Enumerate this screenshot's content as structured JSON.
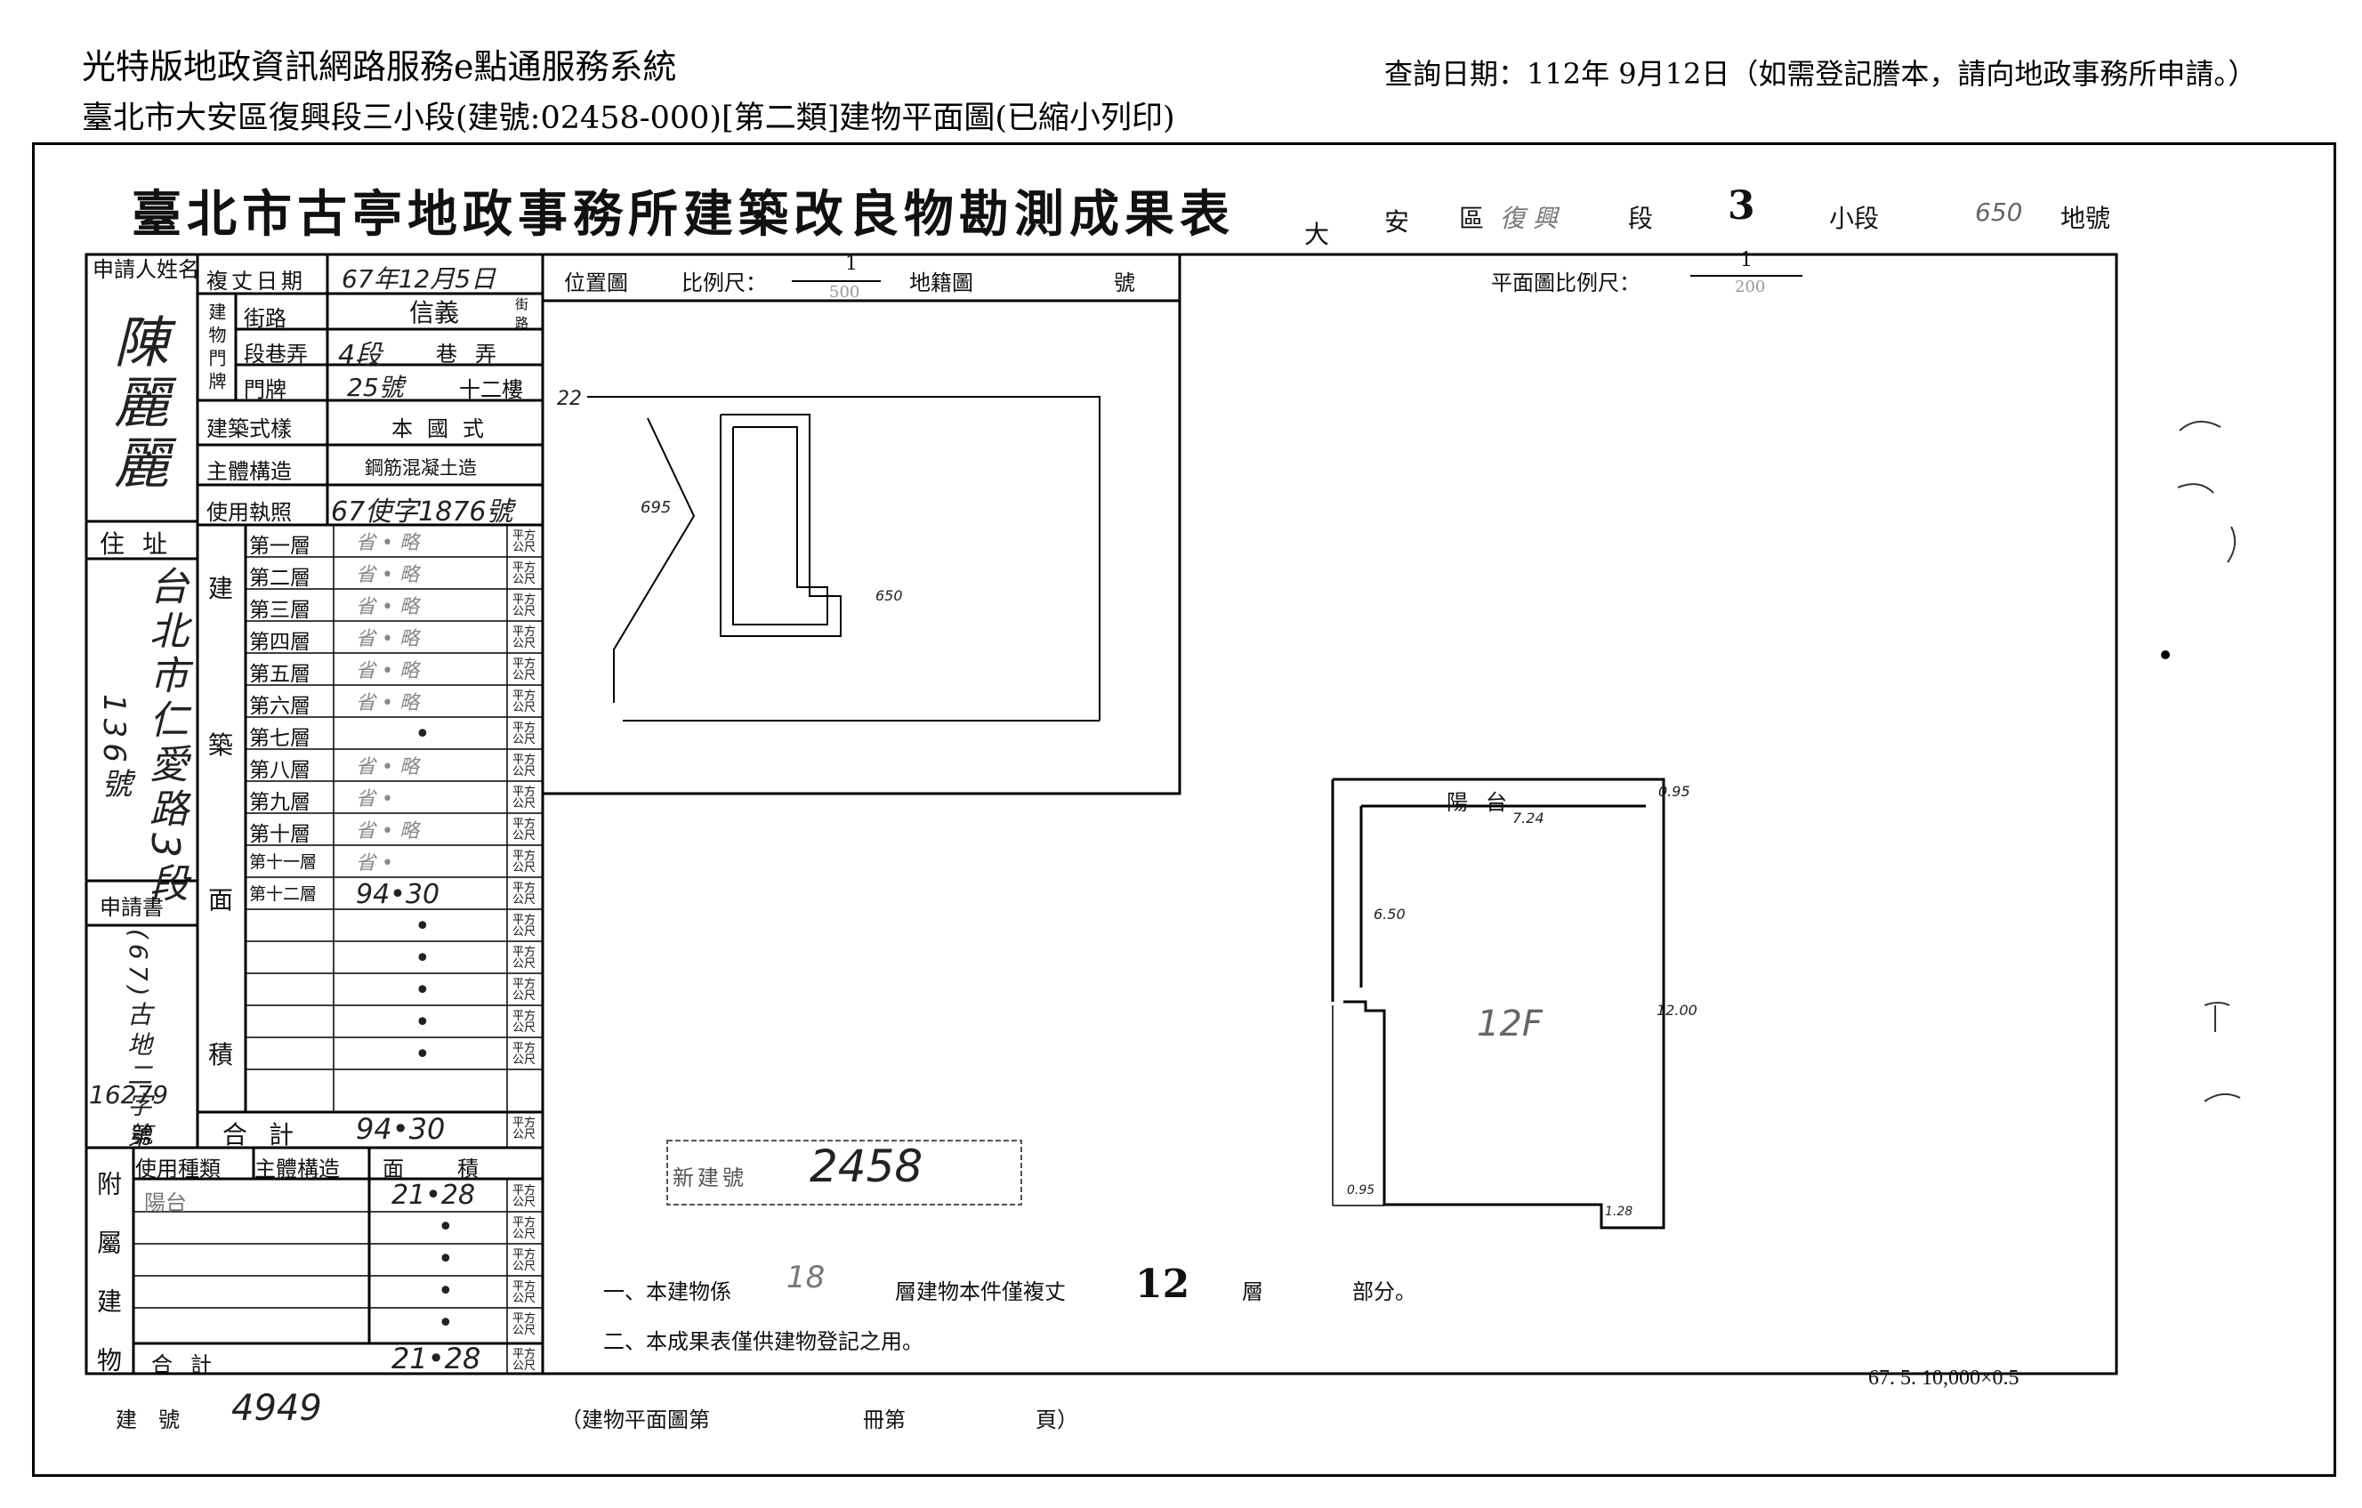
{
  "header": {
    "system_title": "光特版地政資訊網路服務e點通服務系統",
    "query_date": "查詢日期：112年 9月12日（如需登記謄本，請向地政事務所申請。）",
    "subtitle": "臺北市大安區復興段三小段(建號:02458-000)[第二類]建物平面圖(已縮小列印)"
  },
  "document": {
    "title": "臺北市古亭地政事務所建築改良物勘測成果表",
    "location": {
      "district_chars": [
        "大",
        "安"
      ],
      "qu": "區",
      "section_name": "復 興",
      "duan": "段",
      "subsection": "3",
      "xiaoduan": "小段",
      "lot": "650",
      "dihao": "地號"
    },
    "left_panel": {
      "applicant_label": "申請人姓名",
      "applicant_name": "陳麗麗",
      "address_label": "住址",
      "address_value": "台北市仁愛路3段",
      "address_number": "136號",
      "application_label": "申請書",
      "application_value": "(67)古地二字第",
      "application_number": "16279",
      "hao": "號"
    },
    "survey": {
      "date_label": "複丈日期",
      "date_value": "67年12月5日",
      "door_label": "建物門牌",
      "street_label": "街路",
      "street_value": "信義",
      "street_suffix": "街路",
      "lane_label": "段巷弄",
      "lane_value": "4段",
      "lane_suffix": "巷弄",
      "plate_label": "門牌",
      "plate_value": "25號",
      "floor_value": "十二樓",
      "style_label": "建築式樣",
      "style_value": "本國式",
      "structure_label": "主體構造",
      "structure_value": "鋼筋混凝土造",
      "permit_label": "使用執照",
      "permit_value": "67使字1876號"
    },
    "area": {
      "side_chars": [
        "建",
        "築",
        "面",
        "積"
      ],
      "unit": "平方公尺",
      "floors": [
        {
          "label": "第一層",
          "value": "省 • 略"
        },
        {
          "label": "第二層",
          "value": "省 • 略"
        },
        {
          "label": "第三層",
          "value": "省 • 略"
        },
        {
          "label": "第四層",
          "value": "省 • 略"
        },
        {
          "label": "第五層",
          "value": "省 • 略"
        },
        {
          "label": "第六層",
          "value": "省 • 略"
        },
        {
          "label": "第七層",
          "value": "•"
        },
        {
          "label": "第八層",
          "value": "省 • 略"
        },
        {
          "label": "第九層",
          "value": "省 •"
        },
        {
          "label": "第十層",
          "value": "省 • 略"
        },
        {
          "label": "第十一層",
          "value": "省 •"
        },
        {
          "label": "第十二層",
          "value": "94•30"
        },
        {
          "label": "",
          "value": "•"
        },
        {
          "label": "",
          "value": "•"
        },
        {
          "label": "",
          "value": "•"
        },
        {
          "label": "",
          "value": "•"
        },
        {
          "label": "",
          "value": "•"
        }
      ],
      "total_label": "合計",
      "total_value": "94•30"
    },
    "attached": {
      "side_label": "附屬建物",
      "headers": [
        "使用種類",
        "主體構造",
        "面積"
      ],
      "rows": [
        {
          "use": "陽台",
          "value": "21•28"
        },
        {
          "use": "",
          "value": "•"
        },
        {
          "use": "",
          "value": "•"
        },
        {
          "use": "",
          "value": "•"
        },
        {
          "use": "",
          "value": "•"
        }
      ],
      "total_label": "合計",
      "total_value": "21•28"
    },
    "location_map": {
      "label": "位置圖",
      "scale_label": "比例尺：",
      "scale_num": "1",
      "scale_den": "500",
      "cadastral": "地籍圖",
      "hao": "號",
      "lot_label": "650",
      "lot_side": "695",
      "map_note": "22"
    },
    "floor_plan": {
      "scale_label": "平面圖比例尺：",
      "scale_num": "1",
      "scale_den": "200",
      "balcony": "陽台",
      "room": "12F",
      "dims": [
        "0.95",
        "7.24",
        "6.50",
        "12.00",
        "0.95",
        "1.28"
      ]
    },
    "stamp": {
      "label": "新建號",
      "value": "2458"
    },
    "notes": {
      "note1_a": "一、本建物係",
      "note1_floors": "18",
      "note1_b": "層建物本件僅複丈",
      "note1_floor": "12",
      "note1_c": "層",
      "note1_d": "部分。",
      "note2": "二、本成果表僅供建物登記之用。"
    },
    "footer": {
      "print_info": "67. 5. 10,000×0.5",
      "building_no_label": "建　號",
      "building_no_value": "4949",
      "plan_ref_a": "（建物平面圖第",
      "plan_ref_b": "冊第",
      "plan_ref_c": "頁）"
    }
  }
}
